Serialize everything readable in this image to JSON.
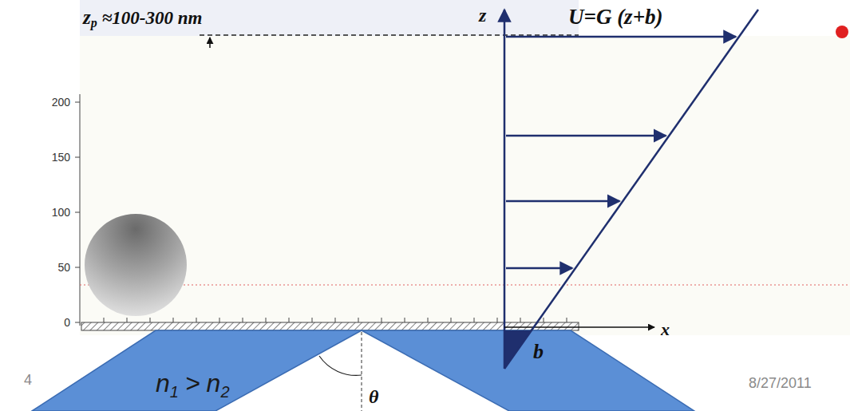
{
  "diagram": {
    "labels": [
      "z",
      "p",
      "≈100-300 nm",
      "200",
      "150",
      "100",
      "50",
      "0",
      "z",
      "U=G (z+b)",
      "x",
      "n",
      "1",
      ">",
      "n",
      "2",
      "θ",
      "b",
      "4",
      "8/27/2011"
    ]
  }
}
